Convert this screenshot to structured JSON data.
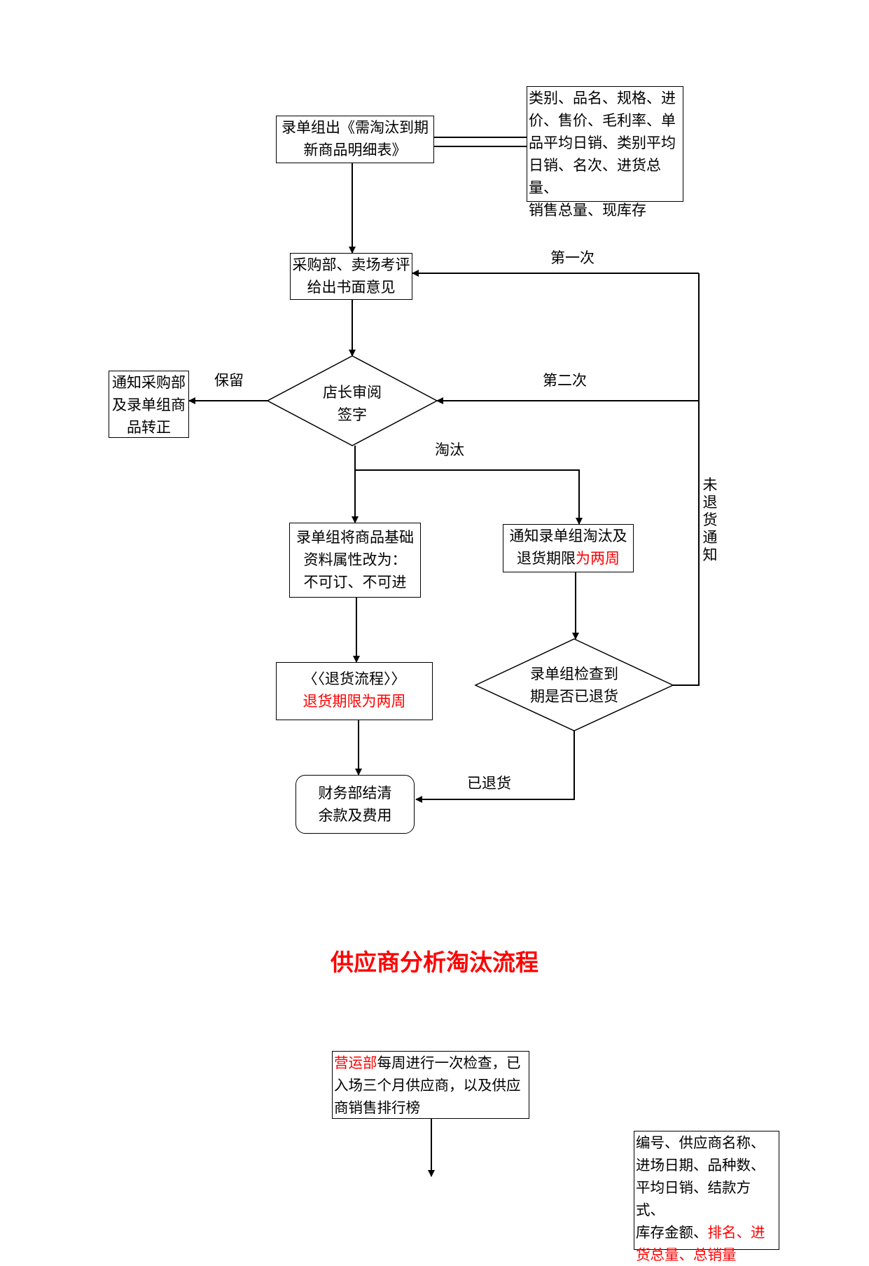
{
  "flow1": {
    "box_list": {
      "line1": "录单组出《需淘汰到期",
      "line2": "新商品明细表》"
    },
    "box_fields": {
      "lines": [
        "类别、品名、规格、进",
        "价、售价、毛利率、单",
        "品平均日销、类别平均",
        "日销、名次、进货总量、",
        "销售总量、现库存"
      ]
    },
    "box_review": {
      "line1": "采购部、卖场考评",
      "line2": "给出书面意见"
    },
    "diamond_manager": {
      "line1": "店长审阅",
      "line2": "签字"
    },
    "box_keep": {
      "line1": "通知采购部",
      "line2": "及录单组商",
      "line3": "品转正"
    },
    "label_keep": "保留",
    "label_first": "第一次",
    "label_second": "第二次",
    "label_eliminate": "淘汰",
    "label_not_returned": "未退货通知",
    "box_attr": {
      "line1": "录单组将商品基础",
      "line2": "资料属性改为：",
      "line3": "不可订、不可进"
    },
    "box_notify": {
      "line1": "通知录单组淘汰及",
      "line2_black": "退货期限",
      "line2_red": "为两周"
    },
    "box_return": {
      "line1": "〈〈退货流程〉〉",
      "line2": "退货期限为两周"
    },
    "diamond_check": {
      "line1": "录单组检查到",
      "line2": "期是否已退货"
    },
    "label_returned": "已退货",
    "box_finance": {
      "line1": "财务部结清",
      "line2": "余款及费用"
    }
  },
  "section_title": "供应商分析淘汰流程",
  "flow2": {
    "box_weekly": {
      "red": "营运部",
      "line1_rest": "每周进行一次检查，已",
      "line2": "入场三个月供应商，以及供应",
      "line3": "商销售排行榜"
    },
    "box_fields2": {
      "line1": "编号、供应商名称、",
      "line2": "进场日期、品种数、",
      "line3": "平均日销、结款方式、",
      "line4_black": "库存金额、",
      "line4_red": "排名、进",
      "line5_red": "货总量、总销量"
    }
  },
  "colors": {
    "accent_red": "#ff0000",
    "line": "#000000"
  }
}
